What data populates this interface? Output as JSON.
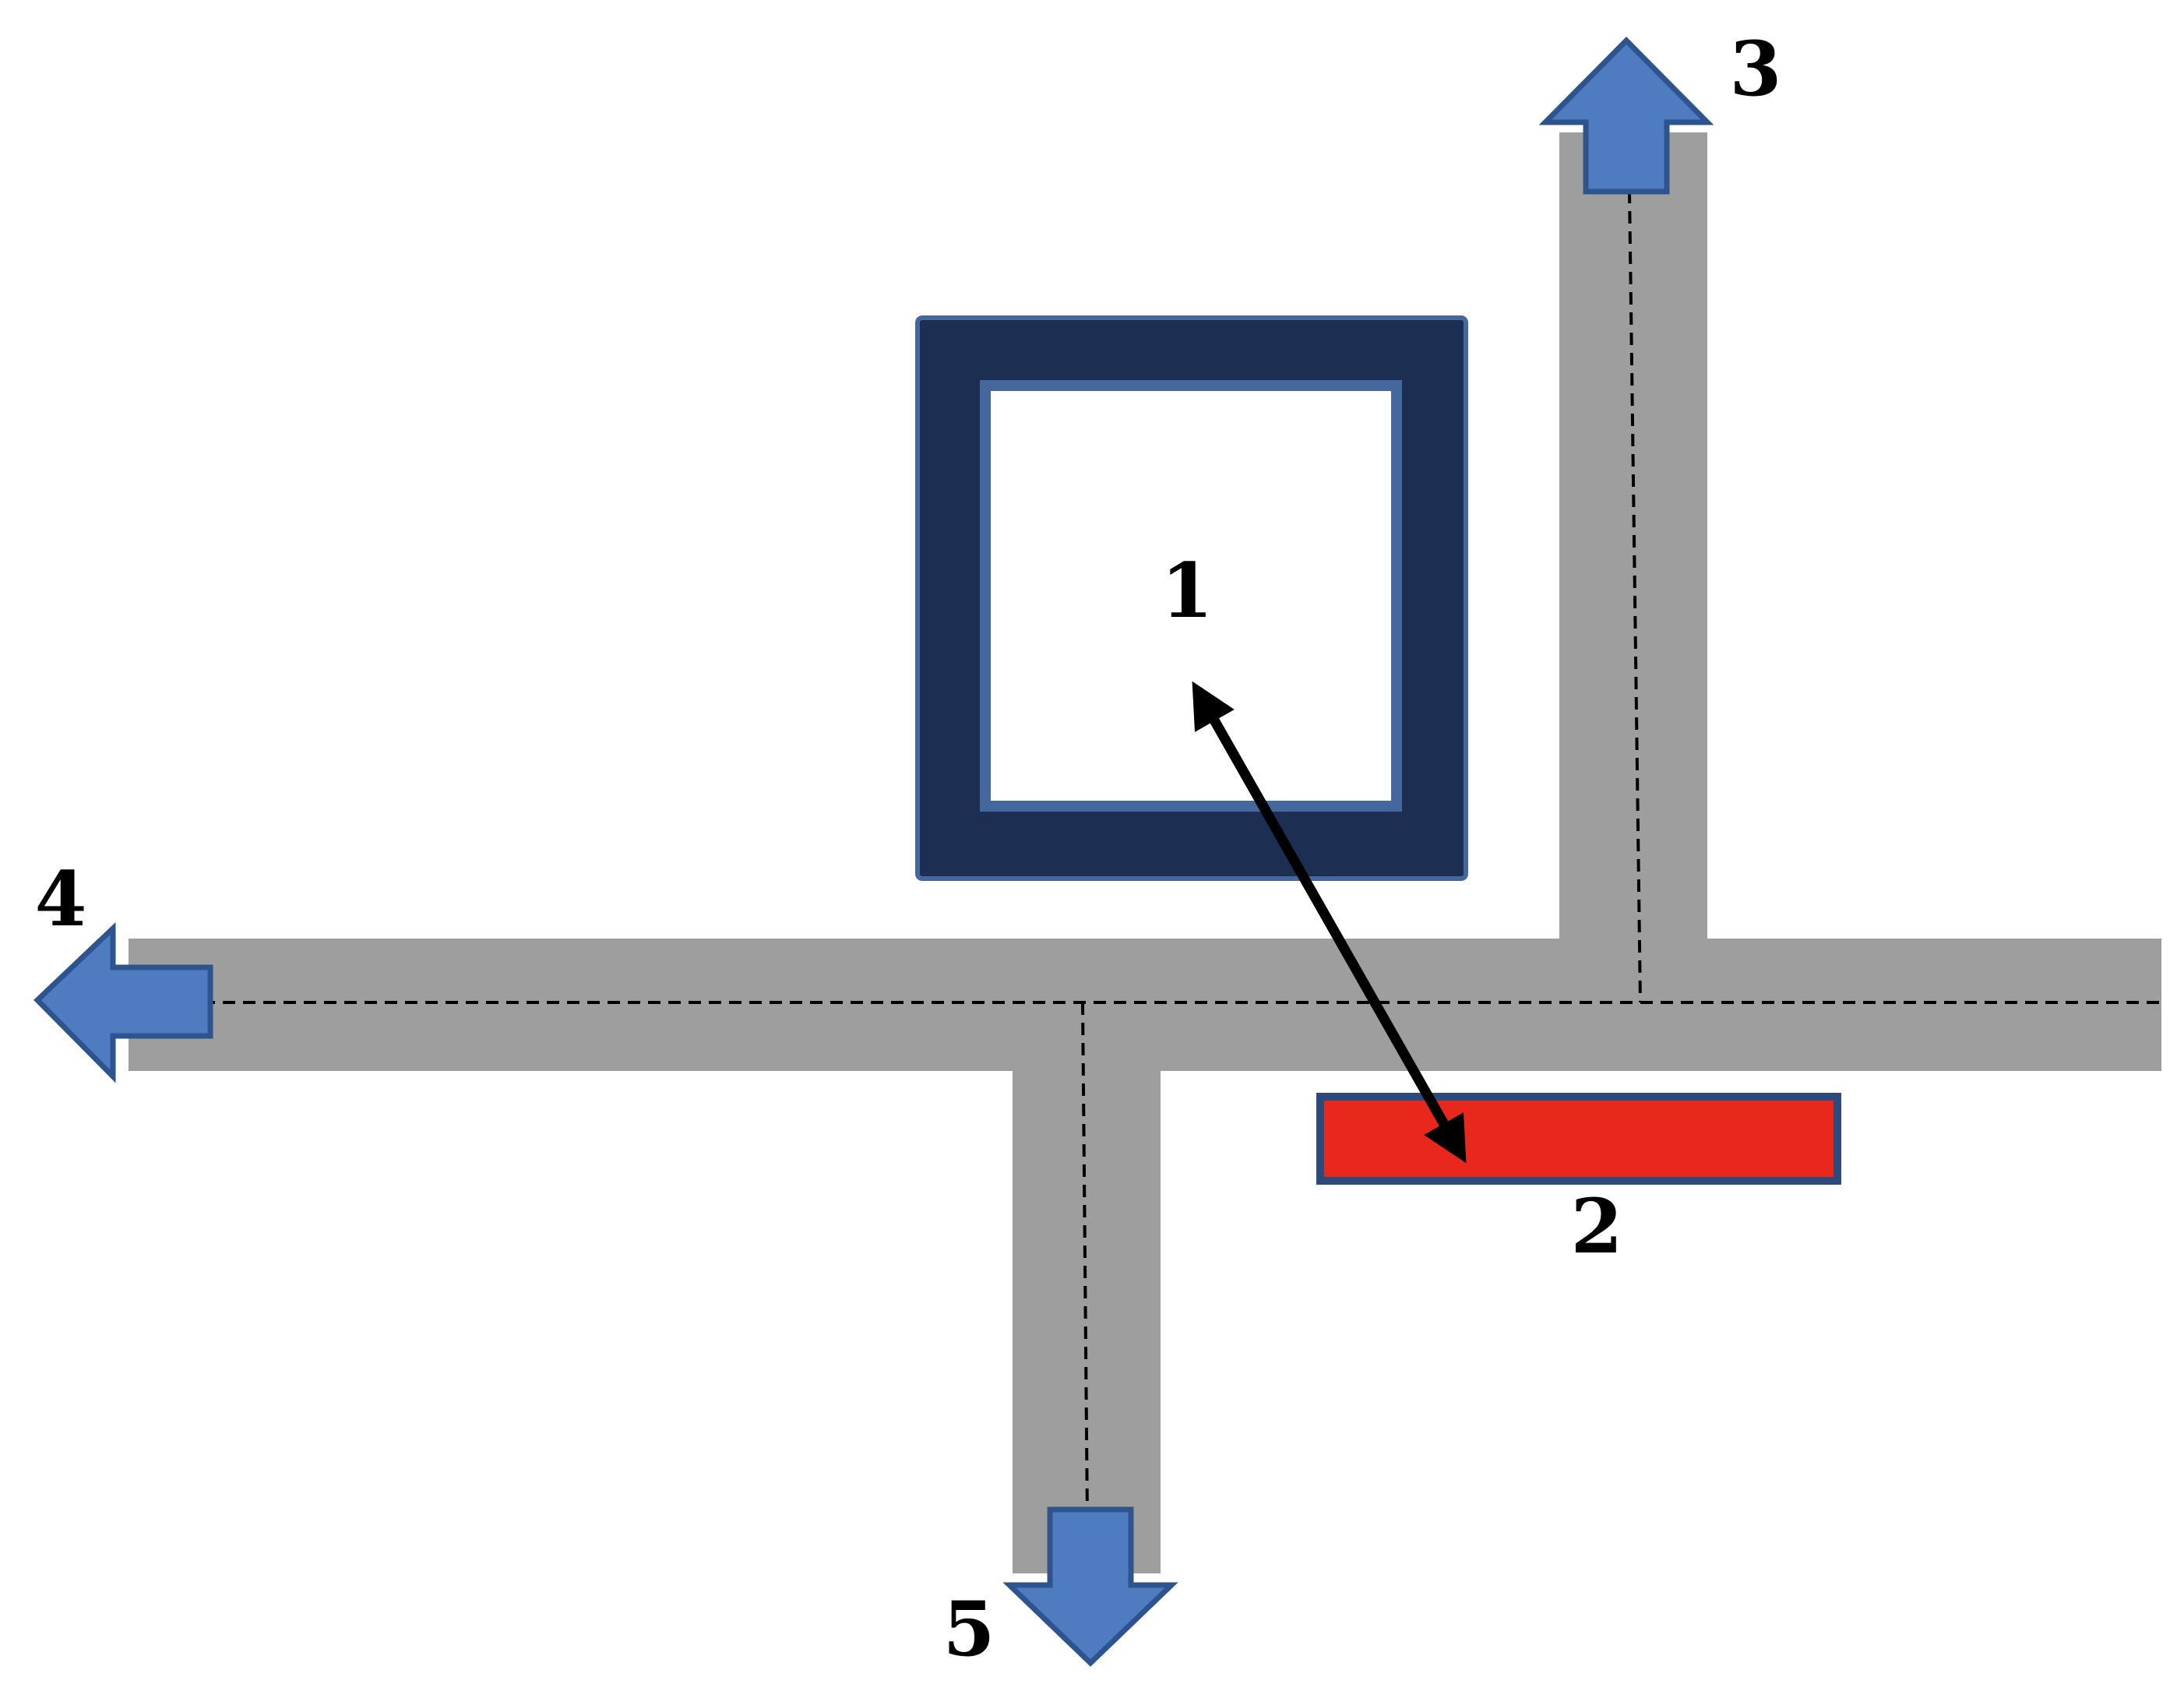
{
  "labels": {
    "building": "1",
    "bar": "2",
    "exit_north": "3",
    "exit_west": "4",
    "exit_south": "5"
  },
  "colors": {
    "road": "#9e9e9e",
    "road_centerline": "#000000",
    "building_frame": "#1c2e52",
    "building_frame_edge": "#44679e",
    "building_interior": "#ffffff",
    "bar_fill": "#e8281c",
    "bar_edge": "#2d4a7c",
    "exit_arrow_fill": "#4f7cc1",
    "exit_arrow_edge": "#2e548f",
    "link_arrow": "#000000",
    "label_text": "#000000",
    "background": "#ffffff"
  },
  "icons": {
    "exit_north": "arrow-up-icon",
    "exit_west": "arrow-left-icon",
    "exit_south": "arrow-down-icon",
    "link": "double-headed-arrow-icon"
  }
}
